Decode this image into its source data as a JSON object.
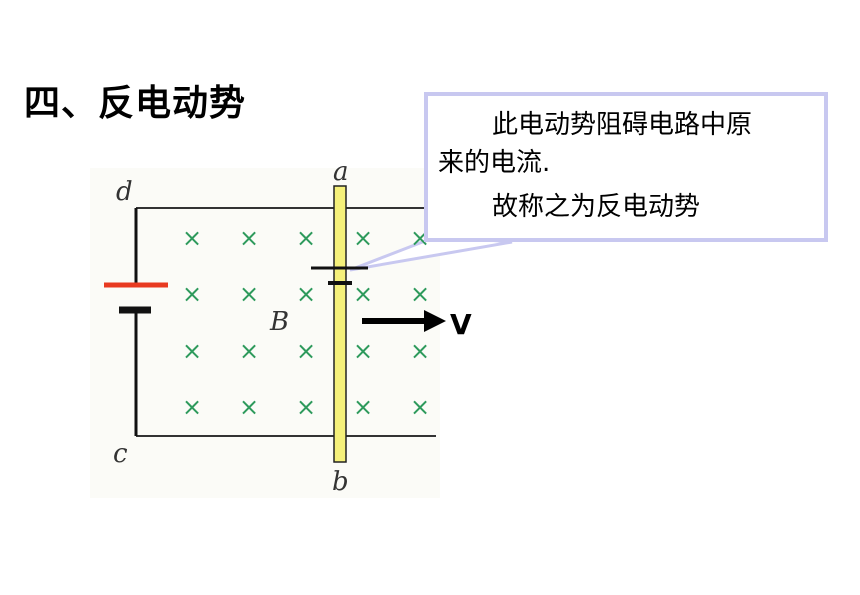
{
  "title": "四、反电动势",
  "callout": {
    "line1": "此电动势阻碍电路中原",
    "line2": "来的电流.",
    "line3": "故称之为反电动势"
  },
  "diagram": {
    "label_a": "a",
    "label_b": "b",
    "label_c": "c",
    "label_d": "d",
    "label_B": "B",
    "label_v": "V",
    "field_symbol": "×",
    "field_color": "#2e9a5c",
    "rod_color": "#f5f07a",
    "battery_positive_color": "#e83a20",
    "callout_border_color": "#c8c8f0"
  }
}
